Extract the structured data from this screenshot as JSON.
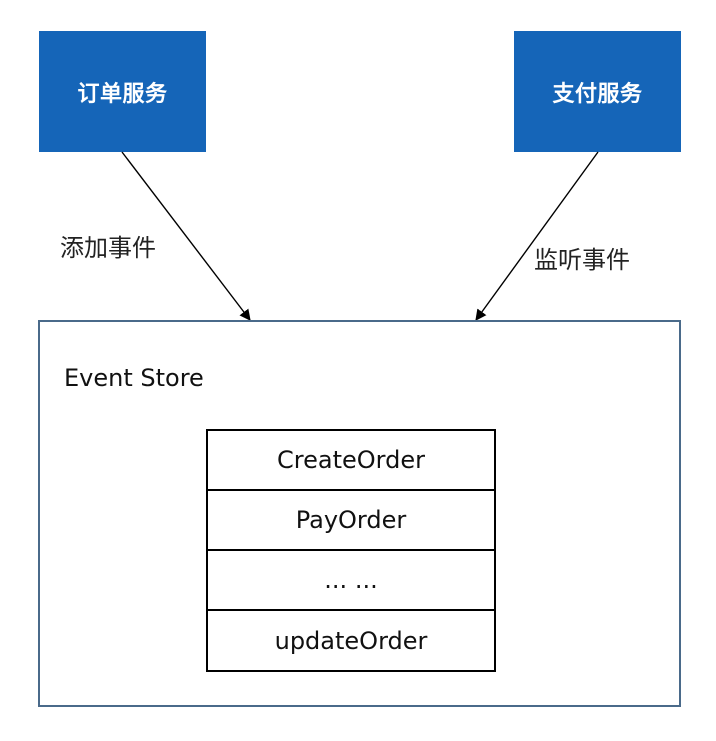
{
  "services": {
    "order": {
      "label": "订单服务"
    },
    "payment": {
      "label": "支付服务"
    }
  },
  "edges": {
    "add_event": {
      "label": "添加事件"
    },
    "listen_event": {
      "label": "监听事件"
    }
  },
  "event_store": {
    "title": "Event Store",
    "events": [
      "CreateOrder",
      "PayOrder",
      "... ...",
      "updateOrder"
    ]
  },
  "colors": {
    "service_fill": "#1565b8",
    "store_border": "#4a6a8a",
    "arrow": "#000000"
  }
}
